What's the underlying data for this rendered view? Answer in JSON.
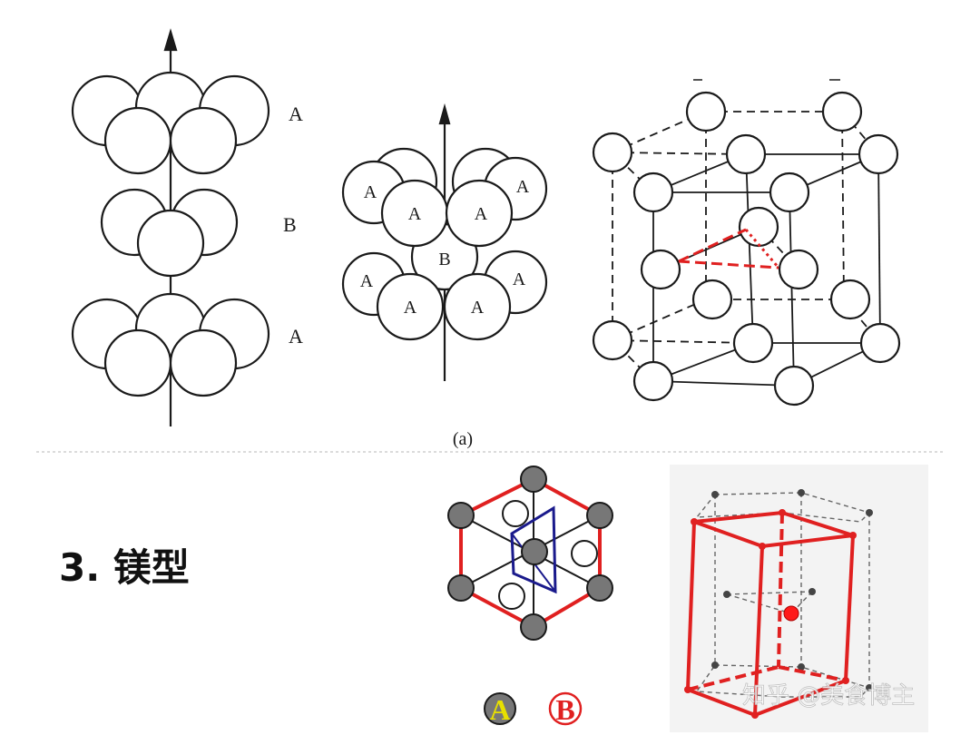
{
  "top_panel": {
    "layer_label_top": "A",
    "layer_label_mid": "B",
    "layer_label_bot": "A",
    "sphere_label_a": "A",
    "sphere_label_b": "B",
    "caption": "(a)"
  },
  "bottom_panel": {
    "section_title": "3. 镁型",
    "legend_a": "A",
    "legend_b": "B",
    "watermark": "知乎 @美食博主"
  },
  "colors": {
    "ink": "#1a1a1a",
    "red": "#e02020",
    "gray_atom": "#777777",
    "blue": "#1a1a8c",
    "legend_a_text": "#e8e000",
    "legend_b_text": "#e02020"
  }
}
